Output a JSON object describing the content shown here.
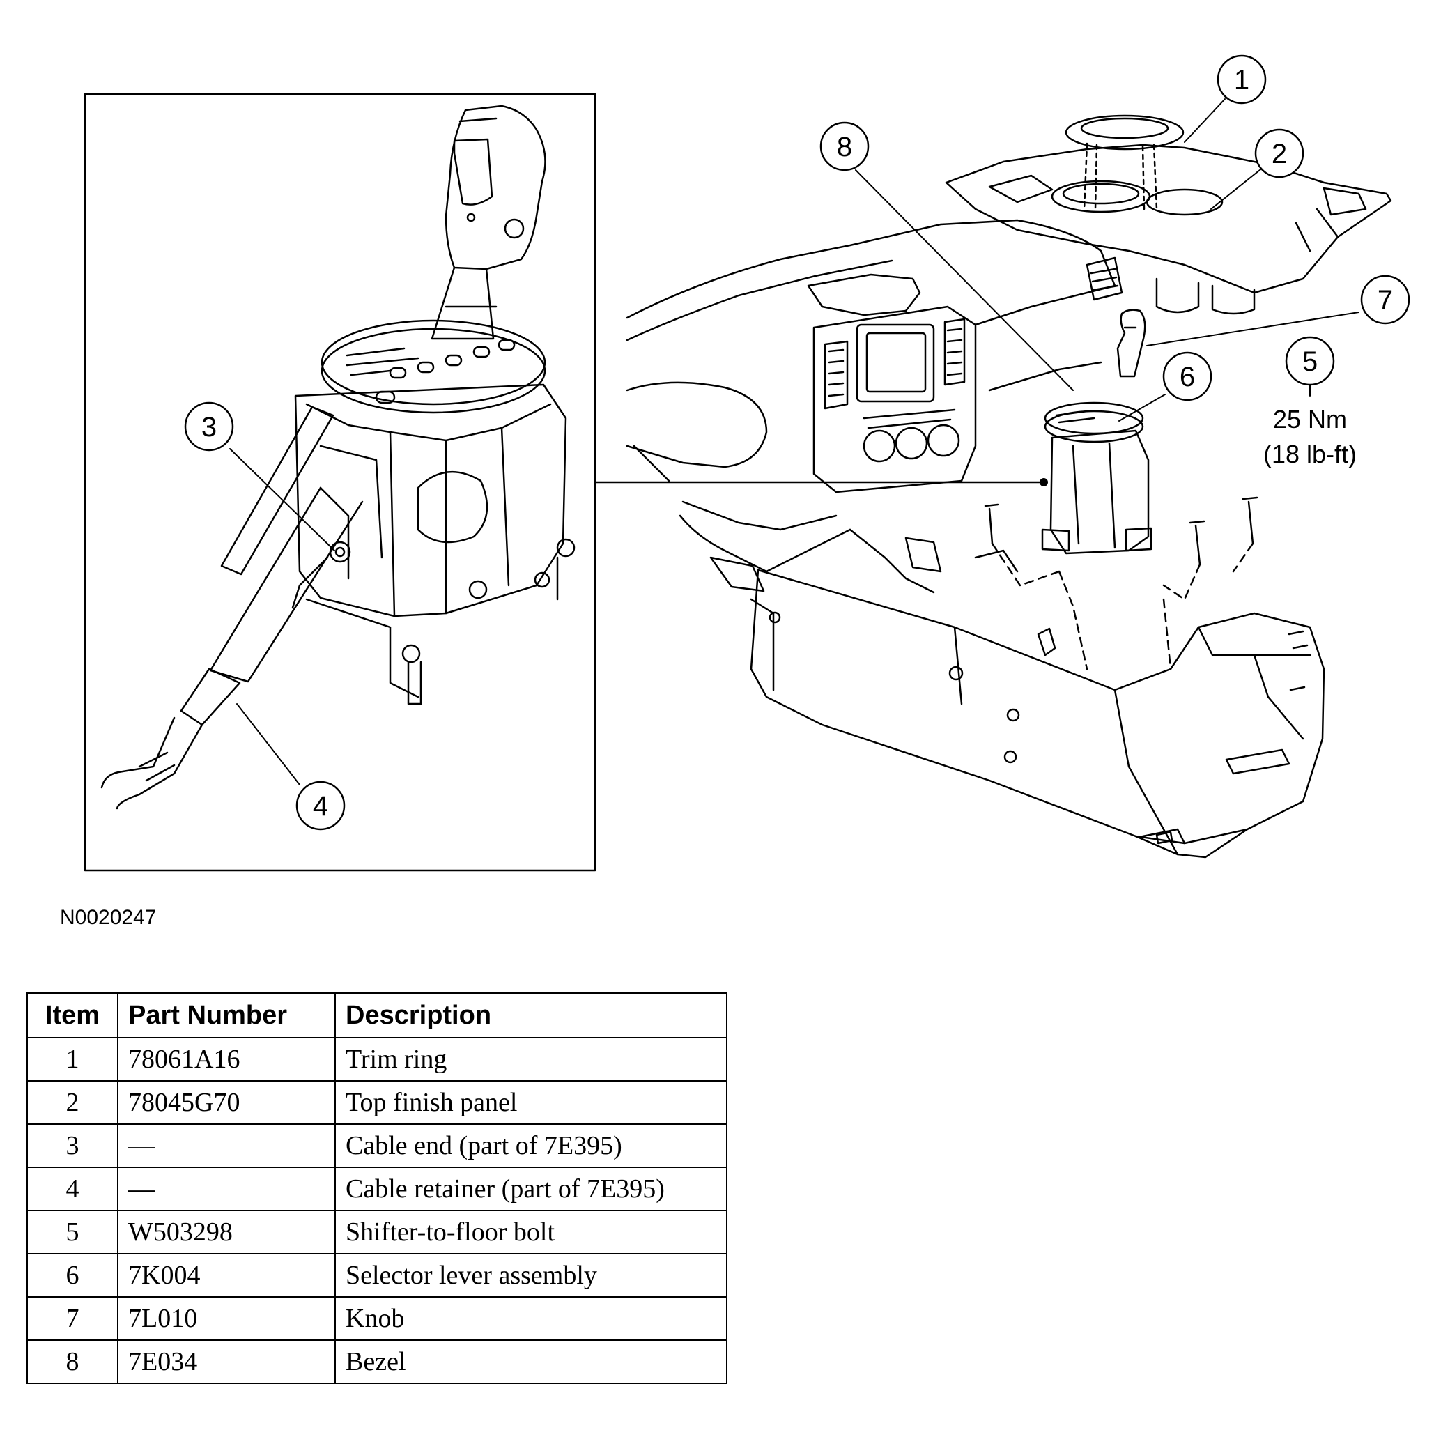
{
  "figure_id": "N0020247",
  "callouts": [
    "1",
    "2",
    "3",
    "4",
    "5",
    "6",
    "7",
    "8"
  ],
  "torque": {
    "nm": "25 Nm",
    "lbft": "(18 lb-ft)"
  },
  "table": {
    "headers": {
      "item": "Item",
      "part_number": "Part Number",
      "description": "Description"
    },
    "rows": [
      {
        "item": "1",
        "part_number": "78061A16",
        "description": "Trim ring"
      },
      {
        "item": "2",
        "part_number": "78045G70",
        "description": "Top finish panel"
      },
      {
        "item": "3",
        "part_number": "—",
        "description": "Cable end (part of 7E395)"
      },
      {
        "item": "4",
        "part_number": "—",
        "description": "Cable retainer (part of 7E395)"
      },
      {
        "item": "5",
        "part_number": "W503298",
        "description": "Shifter-to-floor bolt"
      },
      {
        "item": "6",
        "part_number": "7K004",
        "description": "Selector lever assembly"
      },
      {
        "item": "7",
        "part_number": "7L010",
        "description": "Knob"
      },
      {
        "item": "8",
        "part_number": "7E034",
        "description": "Bezel"
      }
    ]
  }
}
